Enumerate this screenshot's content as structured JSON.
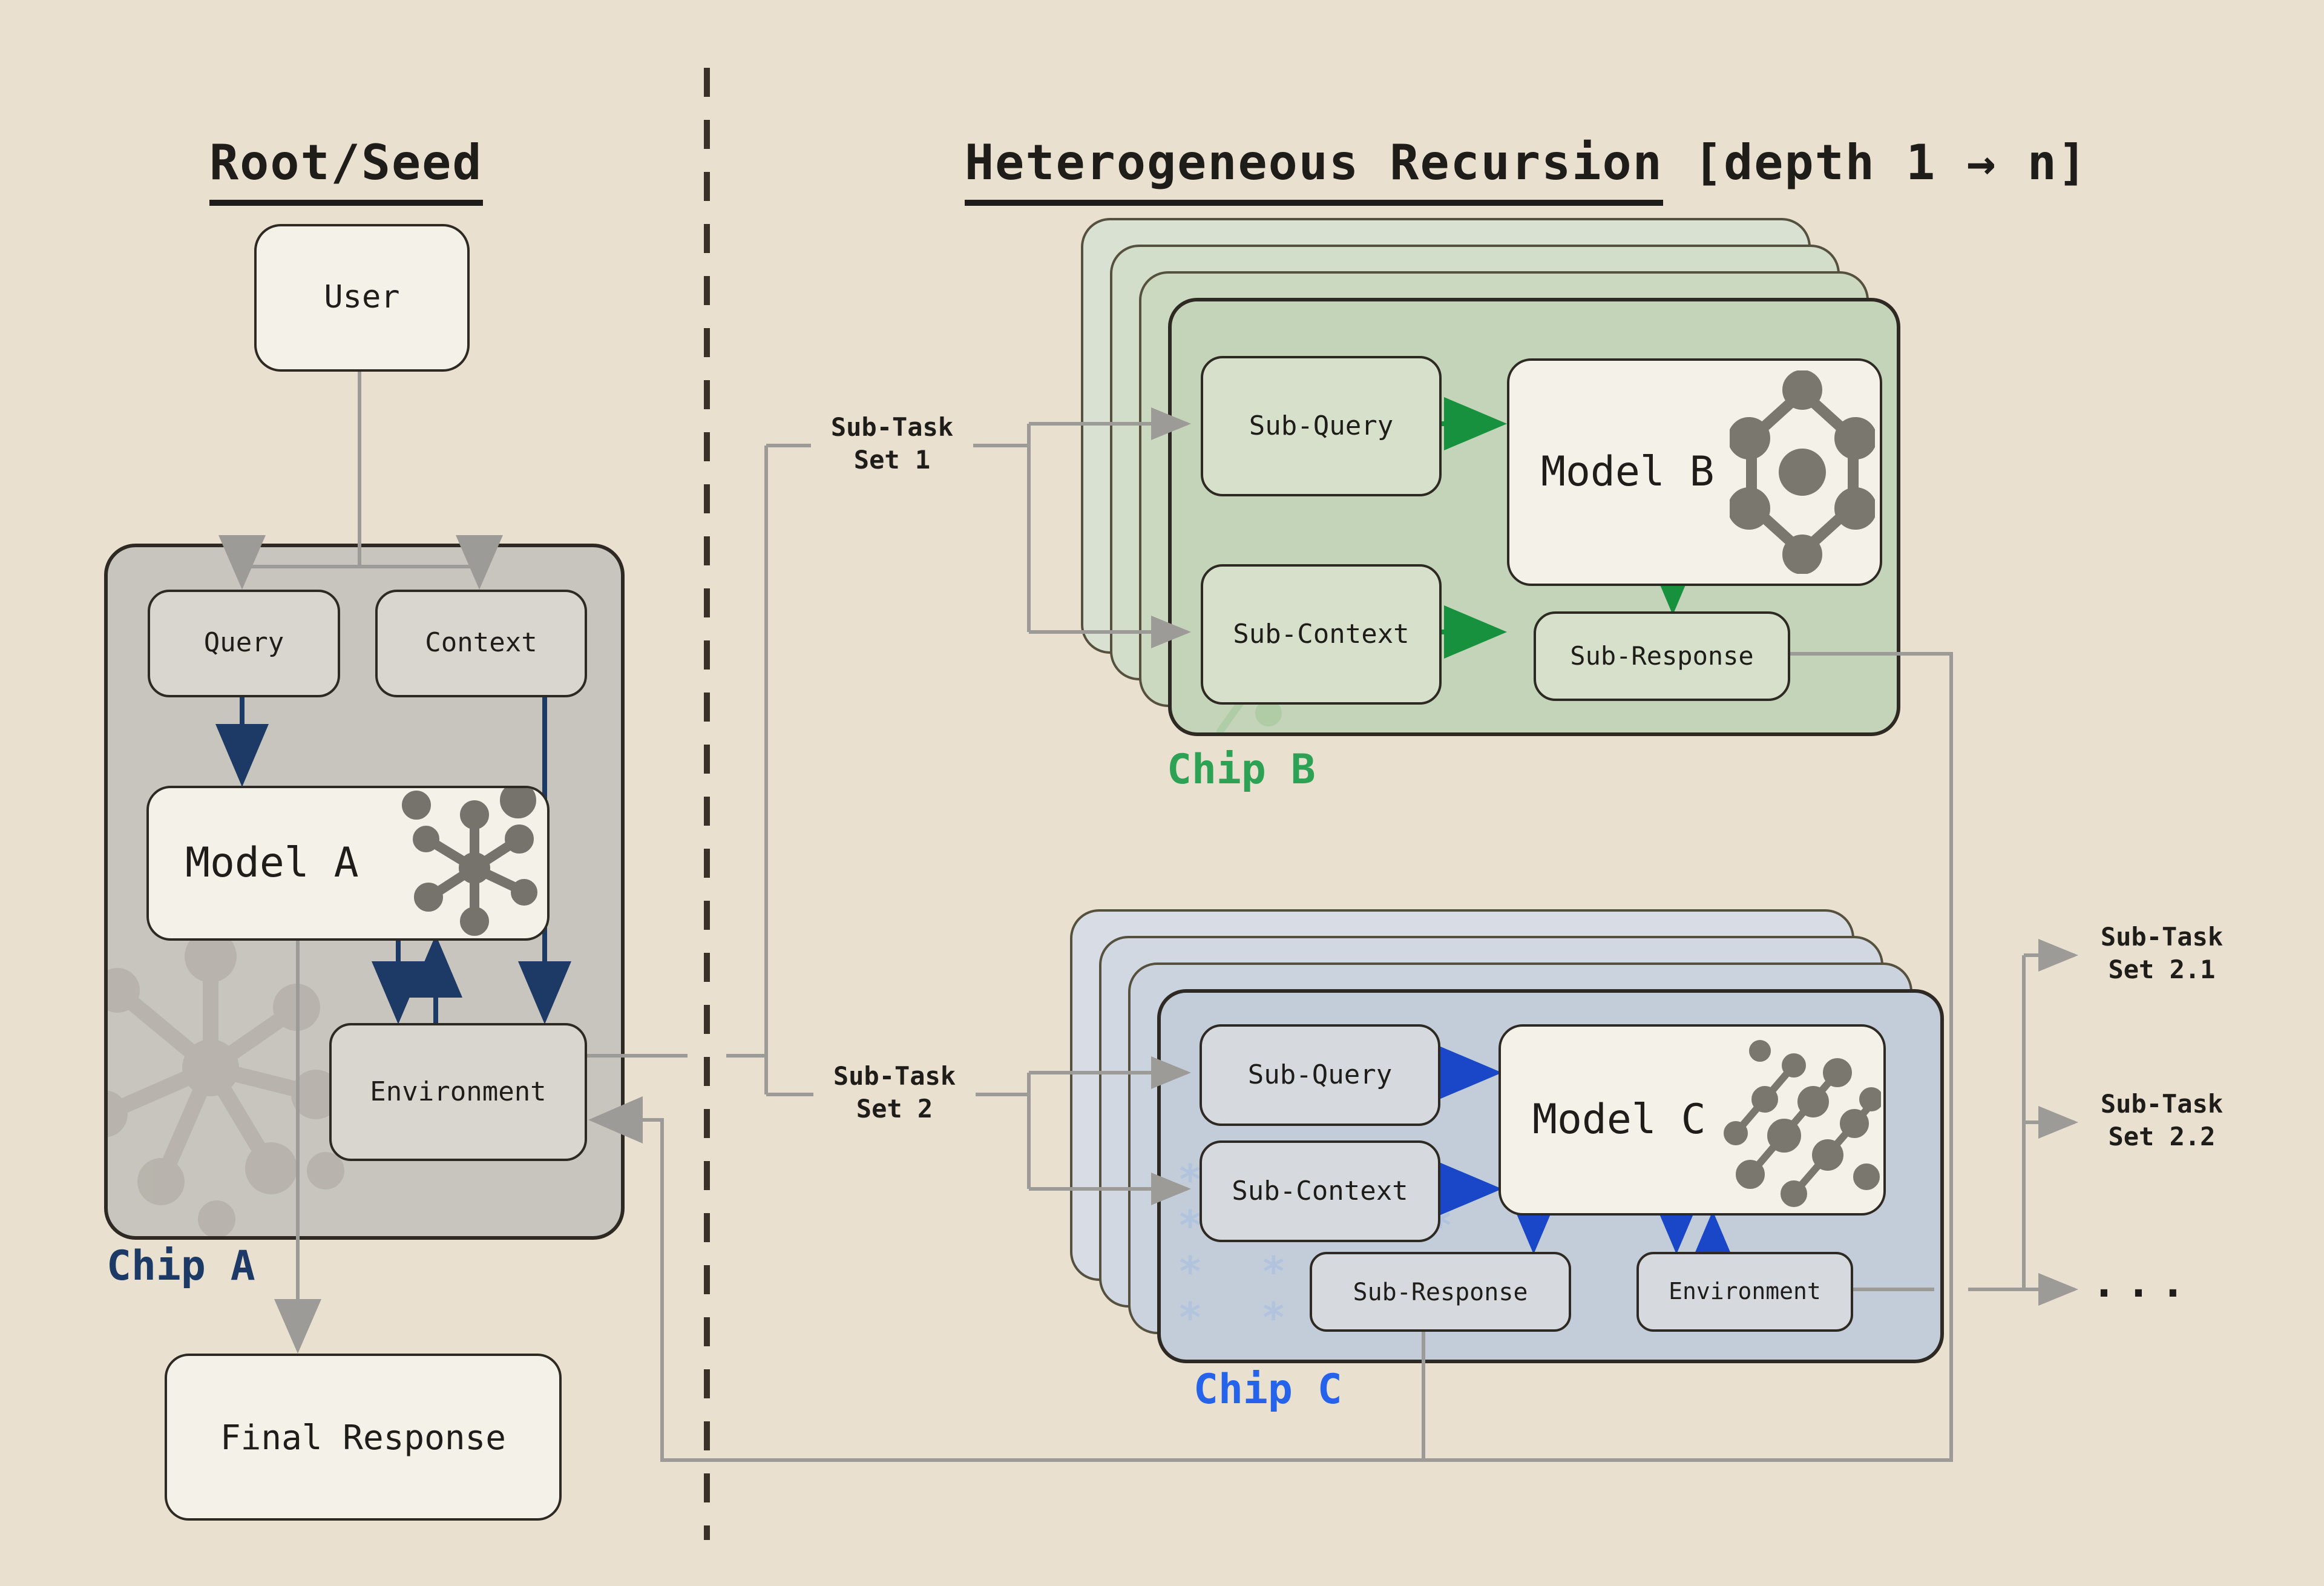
{
  "titles": {
    "left": "Root/Seed",
    "right_main": "Heterogeneous Recursion",
    "right_suffix": " [depth 1 → n]"
  },
  "chip_a": {
    "label": "Chip A",
    "user": "User",
    "query": "Query",
    "context": "Context",
    "model": "Model A",
    "environment": "Environment",
    "final_response": "Final Response",
    "model_icon": "splat-network-icon",
    "watermark_icon": "splat-network-watermark-icon",
    "accent_color": "#1d3a66"
  },
  "chip_b": {
    "label": "Chip B",
    "sub_query": "Sub-Query",
    "sub_context": "Sub-Context",
    "model": "Model B",
    "sub_response": "Sub-Response",
    "model_icon": "molecule-graph-icon",
    "watermark_icon": "dendrite-watermark-icon",
    "arrow_color": "#18913f",
    "label_color": "#2ea254",
    "stack_depth_layers": 4
  },
  "chip_c": {
    "label": "Chip C",
    "sub_query": "Sub-Query",
    "sub_context": "Sub-Context",
    "model": "Model C",
    "sub_response": "Sub-Response",
    "environment": "Environment",
    "model_icon": "dot-lattice-icon",
    "watermark_icon": "snowflake-grid-watermark-icon",
    "arrow_color": "#1a47c8",
    "label_color": "#2563eb",
    "stack_depth_layers": 4
  },
  "routing": {
    "set1": [
      "Sub-Task",
      "Set 1"
    ],
    "set2": [
      "Sub-Task",
      "Set 2"
    ],
    "set21": [
      "Sub-Task",
      "Set 2.1"
    ],
    "set22": [
      "Sub-Task",
      "Set 2.2"
    ],
    "ellipsis": "..."
  },
  "decor": {
    "snowflake_grid": "* * * *\n* * * *\n* * * *\n* * * *"
  },
  "colors": {
    "background": "#e9e0cf",
    "ink": "#2e2a23",
    "cream_box": "#f4f1e9",
    "chip_a_fill": "#c8c5be",
    "chip_b_fill": "#c3d4b8",
    "chip_c_fill": "#c3cdda",
    "gray_connector": "#9d9b97",
    "navy_connector": "#1d3a66",
    "green_connector": "#18913f",
    "blue_connector": "#1a47c8",
    "divider": "#3a3226"
  }
}
